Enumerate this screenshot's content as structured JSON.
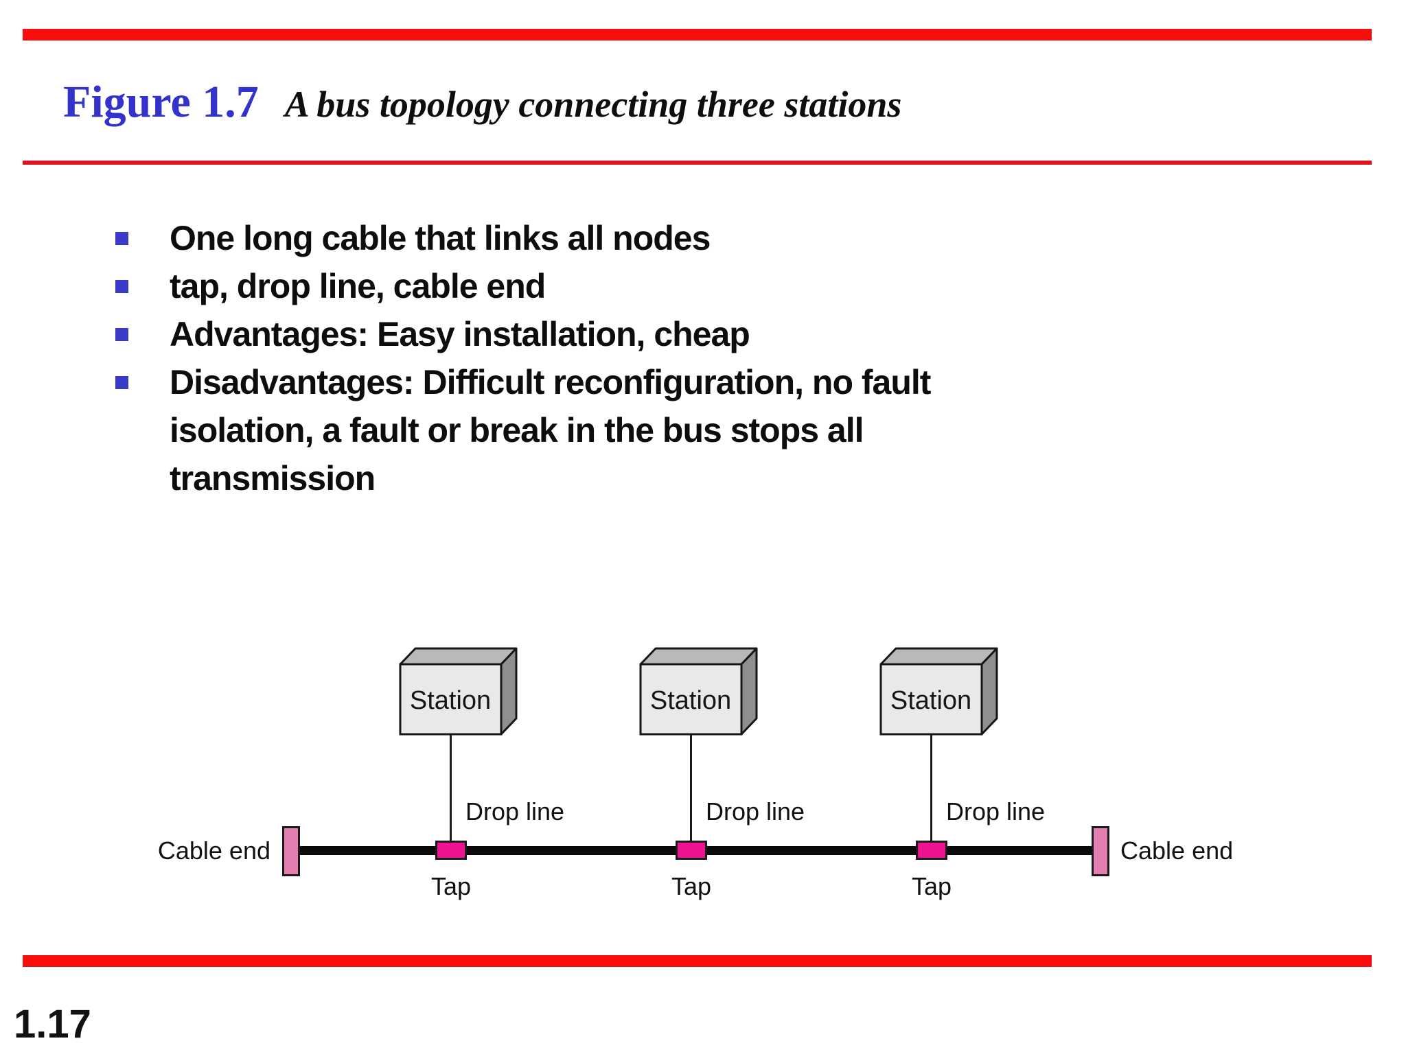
{
  "slide": {
    "figure_label": "Figure 1.7",
    "figure_caption": "A bus topology connecting three stations",
    "bullets": [
      "One long cable that links all nodes",
      "tap, drop line, cable end",
      "Advantages: Easy installation, cheap",
      "Disadvantages: Difficult reconfiguration, no fault\nisolation, a fault or break in the bus stops all\ntransmission"
    ],
    "page_number": "1.17"
  },
  "diagram": {
    "stations": [
      {
        "label": "Station"
      },
      {
        "label": "Station"
      },
      {
        "label": "Station"
      }
    ],
    "drop_line_labels": [
      "Drop line",
      "Drop line",
      "Drop line"
    ],
    "tap_labels": [
      "Tap",
      "Tap",
      "Tap"
    ],
    "cable_end_left": "Cable end",
    "cable_end_right": "Cable end"
  },
  "colors": {
    "accent_red": "#f90d0d",
    "rule_red": "#e01118",
    "title_blue": "#3333cc",
    "bullet_blue": "#3a3ac8",
    "text_black": "#0d0d0d",
    "bus_black": "#0a0a0a",
    "tap_magenta": "#ee1390",
    "cable_end_pink": "#e27fb0",
    "station_front_gray": "#e9e9e9",
    "station_top_gray": "#b9b9b9",
    "station_side_gray": "#8f8f8f"
  }
}
